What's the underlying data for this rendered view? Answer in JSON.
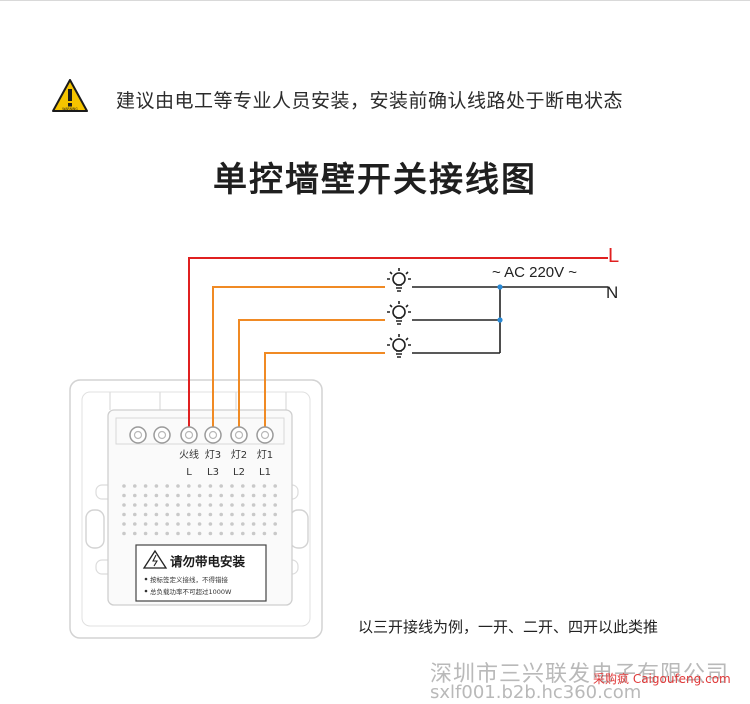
{
  "warning": {
    "text": "建议由电工等专业人员安装，安装前确认线路处于断电状态",
    "icon": "warning-triangle-icon",
    "icon_caption": "WARNING"
  },
  "title": "单控墙壁开关接线图",
  "lines": {
    "live": "L",
    "neutral": "N",
    "supply": "~ AC 220V ~"
  },
  "terminals": [
    {
      "cn": "火线",
      "code": "L"
    },
    {
      "cn": "灯3",
      "code": "L3"
    },
    {
      "cn": "灯2",
      "code": "L2"
    },
    {
      "cn": "灯1",
      "code": "L1"
    }
  ],
  "switch_label": {
    "heading": "请勿带电安装",
    "notes": [
      "按标签定义接线，不得错接",
      "总负载功率不可超过1000W"
    ]
  },
  "caption": "以三开接线为例，一开、二开、四开以此类推",
  "watermark": {
    "company": "深圳市三兴联发电子有限公司",
    "site_tag": "采购疯 Caigoufeng.com",
    "url": "sxlf001.b2b.hc360.com"
  },
  "colors": {
    "live_wire": "#e02020",
    "lamp_wire": "#f08a24",
    "neutral_wire": "#222222",
    "warning_yellow": "#f5c400"
  }
}
